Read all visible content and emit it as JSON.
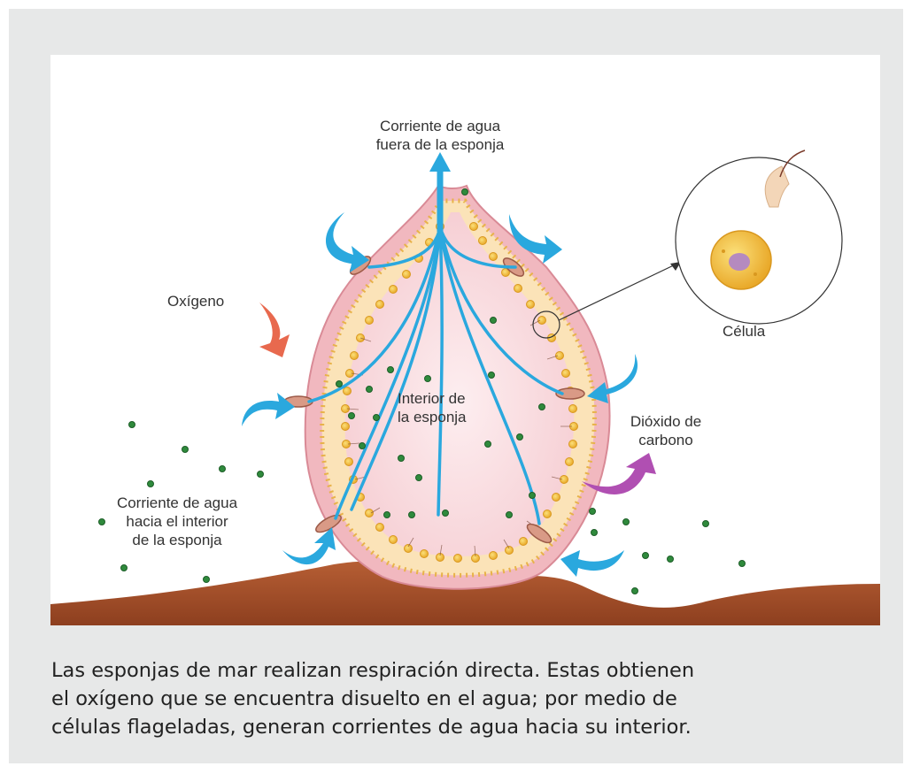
{
  "labels": {
    "outflow_line1": "Corriente de agua",
    "outflow_line2": "fuera de la esponja",
    "oxygen": "Oxígeno",
    "interior_line1": "Interior de",
    "interior_line2": "la esponja",
    "co2_line1": "Dióxido de",
    "co2_line2": "carbono",
    "inflow_line1": "Corriente de agua",
    "inflow_line2": "hacia el interior",
    "inflow_line3": "de la esponja",
    "cell": "Célula"
  },
  "caption": {
    "line1": "Las esponjas de mar realizan respiración directa. Estas obtienen",
    "line2": "el oxígeno que se encuentra disuelto en el agua; por medio de",
    "line3": "células flageladas, generan corrientes de agua hacia su interior."
  },
  "colors": {
    "frame": "#e7e8e8",
    "water_arrow": "#2aa8de",
    "oxygen_arrow": "#e8694e",
    "co2_arrow": "#b04fb2",
    "sponge_wall": "#f4c4c8",
    "sponge_interior": "#f9dfe2",
    "seabed": "#a9512c",
    "dots": "#2f8a3c",
    "cells": "#f2c037"
  }
}
